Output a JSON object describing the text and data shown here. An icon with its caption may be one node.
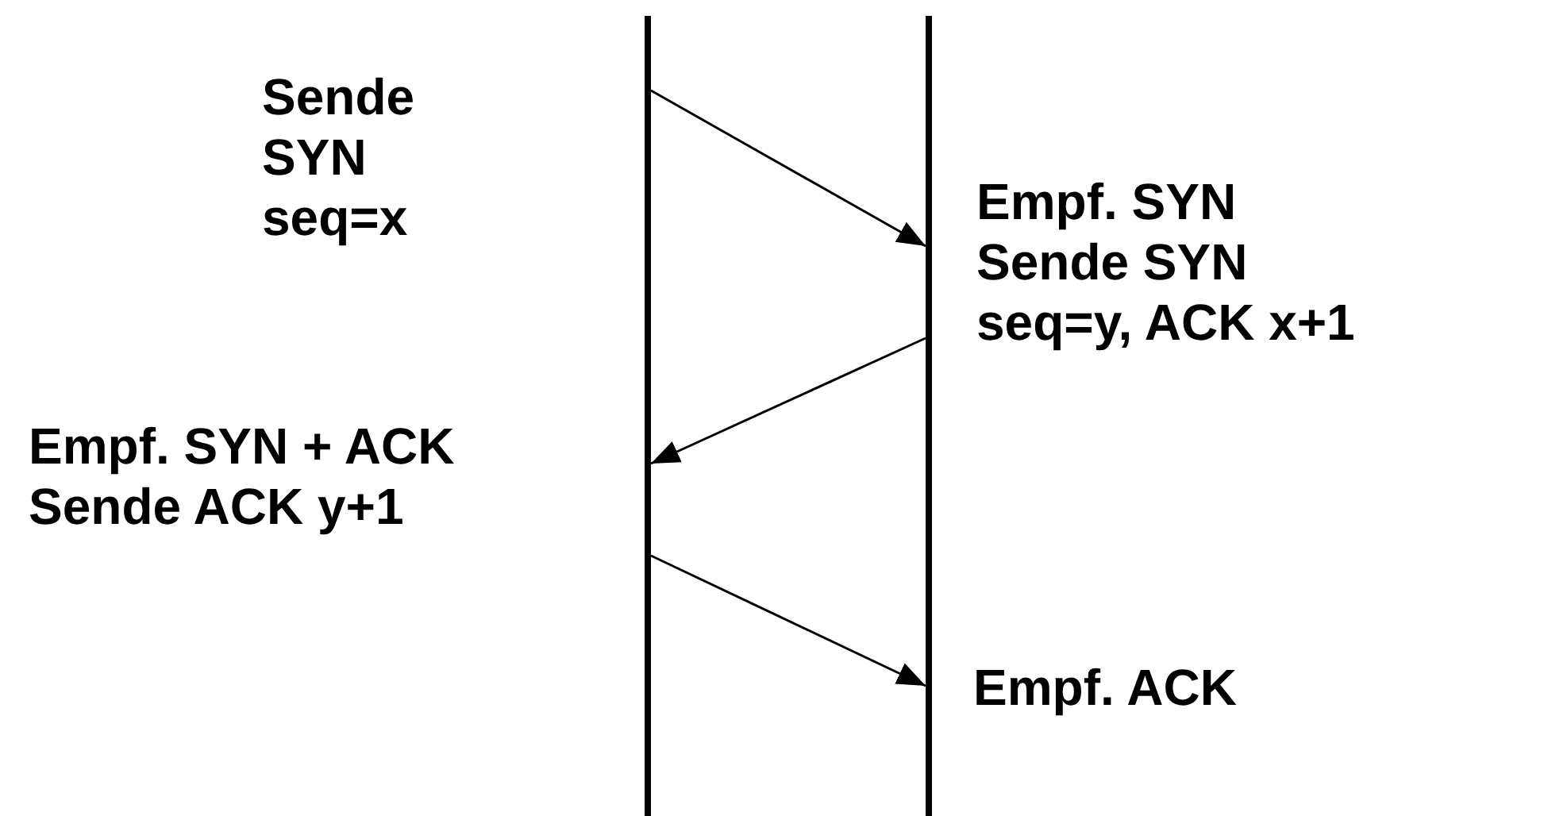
{
  "diagram": {
    "nodes": [
      {
        "text": [],
        "shape": "bar"
      },
      {
        "text": [],
        "shape": "bar"
      }
    ],
    "edges": [
      {
        "from": 0,
        "to": 1,
        "arrow": "to"
      },
      {
        "from": 1,
        "to": 0,
        "arrow": "to"
      },
      {
        "from": 0,
        "to": 1,
        "arrow": "to"
      }
    ],
    "labels": [
      "Sende SYN seq=x",
      "Empf. SYN",
      "Sende SYN seq=y, ACK x+1",
      "Empf. SYN + ACK",
      "Sende ACK y+1",
      "Empf. ACK"
    ]
  }
}
